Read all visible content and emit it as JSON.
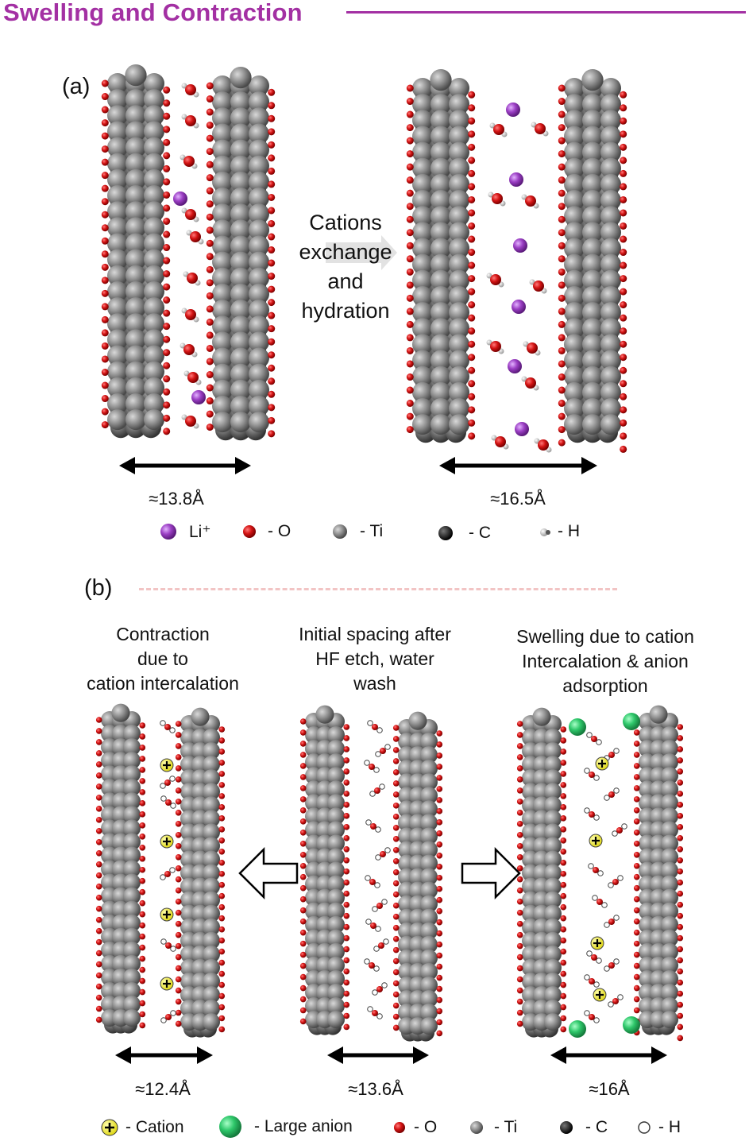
{
  "header": {
    "title": "Swelling and Contraction"
  },
  "panel_a": {
    "label": "(a)",
    "arrow_text": [
      "Cations",
      "exchange",
      "and",
      "hydration"
    ],
    "left_spacing": "≈13.8Å",
    "right_spacing": "≈16.5Å",
    "legend": [
      {
        "icon": "li-ion",
        "label": "Li⁺",
        "color": "#9b3fc4"
      },
      {
        "icon": "oxygen-atom",
        "label": "- O",
        "color": "#c81010"
      },
      {
        "icon": "titanium-atom",
        "label": "- Ti",
        "color": "#8a8a8a"
      },
      {
        "icon": "carbon-atom",
        "label": "- C",
        "color": "#111111"
      },
      {
        "icon": "hydrogen-atom",
        "label": "- H",
        "color": "#d0d0d0"
      }
    ]
  },
  "panel_b": {
    "label": "(b)",
    "captions": {
      "left": [
        "Contraction",
        "due to",
        "cation intercalation"
      ],
      "middle": [
        "Initial spacing after",
        "HF etch, water",
        "wash"
      ],
      "right": [
        "Swelling due to cation",
        "Intercalation & anion",
        "adsorption"
      ]
    },
    "spacings": {
      "left": "≈12.4Å",
      "middle": "≈13.6Å",
      "right": "≈16Å"
    },
    "legend": [
      {
        "icon": "cation",
        "label": "- Cation",
        "color": "#f0ec2a"
      },
      {
        "icon": "large-anion",
        "label": "- Large anion",
        "color": "#2ec76a"
      },
      {
        "icon": "oxygen-atom",
        "label": "- O",
        "color": "#c81010"
      },
      {
        "icon": "titanium-atom",
        "label": "- Ti",
        "color": "#8a8a8a"
      },
      {
        "icon": "carbon-atom",
        "label": "- C",
        "color": "#111111"
      },
      {
        "icon": "hydrogen-atom",
        "label": "- H",
        "color": "#ffffff"
      }
    ]
  }
}
